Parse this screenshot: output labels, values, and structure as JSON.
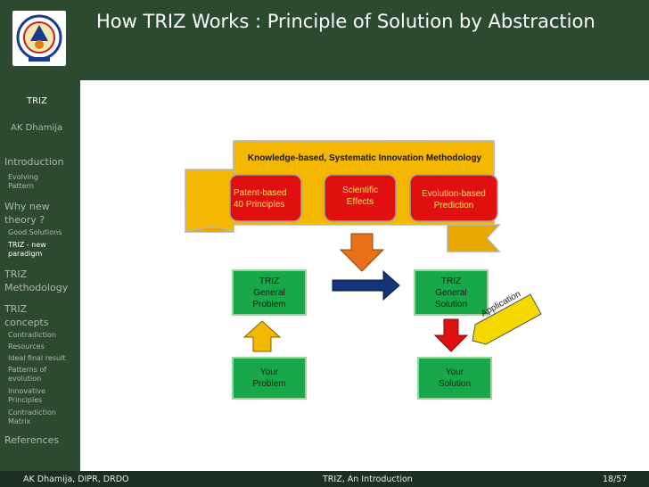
{
  "title": "How TRIZ Works : Principle of Solution by Abstraction",
  "sidebar": {
    "short_title": "TRIZ",
    "author": "AK Dhamija",
    "items": [
      {
        "label": "Introduction"
      },
      {
        "label": "Evolving Pattern"
      },
      {
        "label": "Why new theory ?"
      },
      {
        "label": "Good Solutions"
      },
      {
        "label": "TRIZ - new paradigm"
      },
      {
        "label": "TRIZ Methodology"
      },
      {
        "label": "TRIZ concepts"
      },
      {
        "label": "Contradiction"
      },
      {
        "label": "Resources"
      },
      {
        "label": "Ideal final result"
      },
      {
        "label": "Patterns of evolution"
      },
      {
        "label": "Innovative Principles"
      },
      {
        "label": "Contradiction Matrix"
      },
      {
        "label": "References"
      }
    ]
  },
  "diagram": {
    "banner_title": "Knowledge-based, Systematic Innovation Methodology",
    "patent": "Patent-based\n40 Principles",
    "scientific": "Scientific\nEffects",
    "evolution": "Evolution-based\nPrediction",
    "triz_general_problem": "TRIZ\nGeneral\nProblem",
    "triz_general_solution": "TRIZ\nGeneral\nSolution",
    "your_problem": "Your\nProblem",
    "your_solution": "Your\nSolution",
    "application": "Application"
  },
  "footer": {
    "author": "AK Dhamija, DIPR, DRDO",
    "talk": "TRIZ, An Introduction",
    "page": "18/57"
  },
  "colors": {
    "header": "#2c4a2f",
    "banner": "#f5b800",
    "green_box": "#18a84a",
    "red_box": "#e01010"
  }
}
